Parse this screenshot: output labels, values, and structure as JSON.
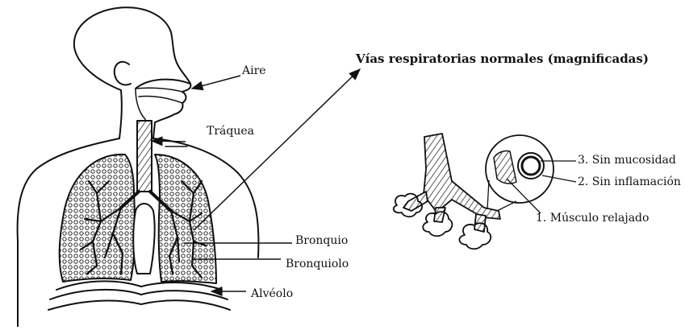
{
  "title": "Vías respiratorias normales (magnificadas)",
  "labels": {
    "air": "Aire",
    "trachea": "Tráquea",
    "bronchus": "Bronquio",
    "bronchiole": "Bronquiolo",
    "alveolus": "Alvéolo",
    "no_mucus": "3. Sin mucosidad",
    "no_inflammation": "2. Sin inflamación",
    "relaxed_muscle": "1. Músculo relajado"
  },
  "colors": {
    "line": "#111111",
    "background": "#ffffff"
  }
}
